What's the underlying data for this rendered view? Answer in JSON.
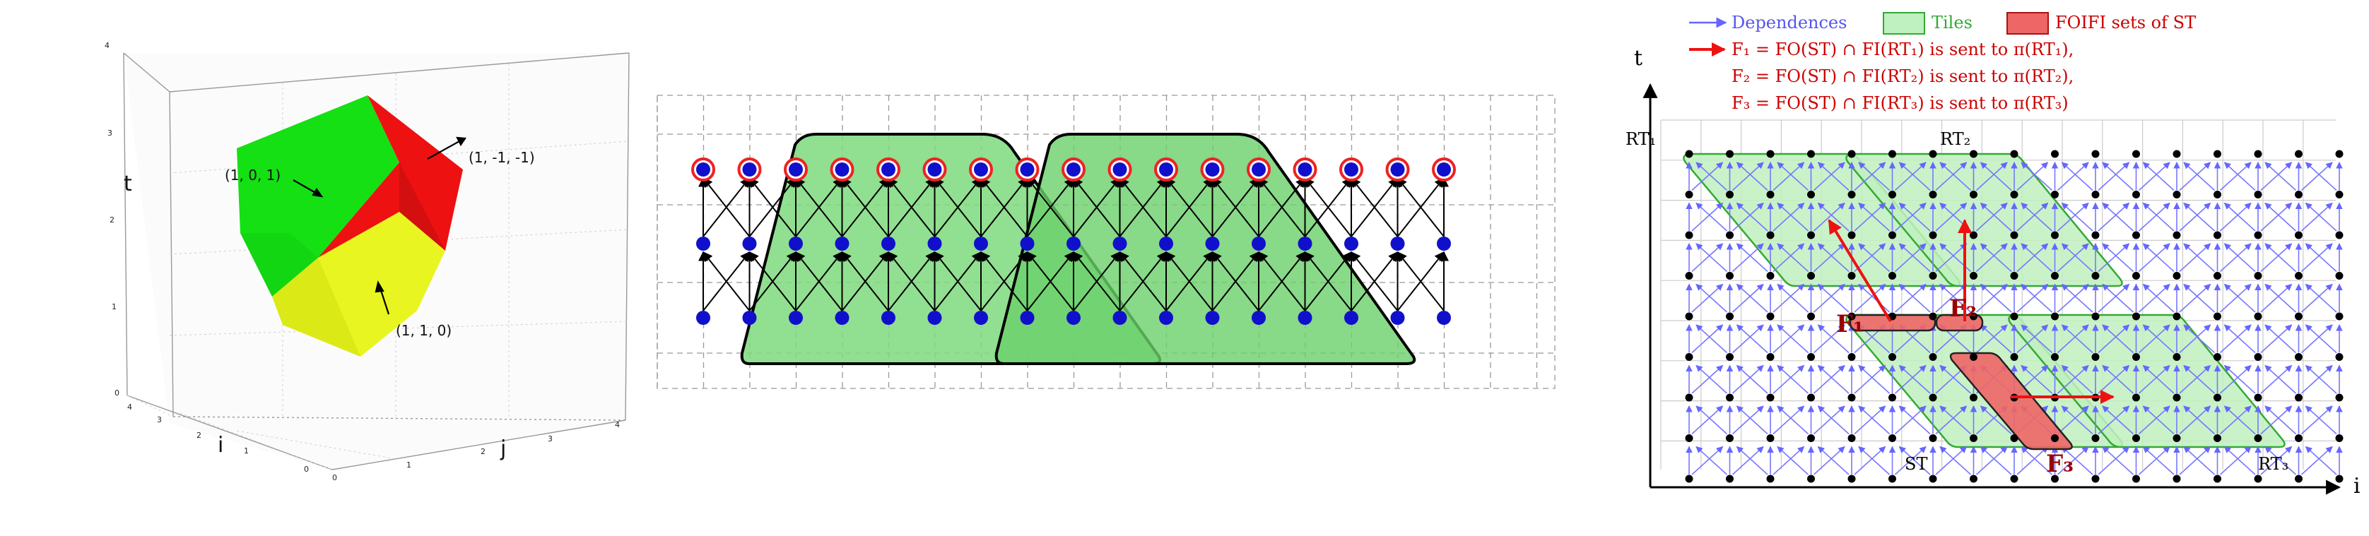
{
  "cube_panel": {
    "axis_t": "t",
    "axis_i": "i",
    "axis_j": "j",
    "t_ticks": [
      "0",
      "1",
      "2",
      "3",
      "4"
    ],
    "i_ticks": [
      "0",
      "1",
      "2",
      "3",
      "4"
    ],
    "j_ticks": [
      "0",
      "1",
      "2",
      "3",
      "4"
    ],
    "label_green": "(1, 0, 1)",
    "label_red": "(1, -1, -1)",
    "label_yellow": "(1, 1, 0)",
    "colors": {
      "green": "#10e010",
      "red": "#ee1111",
      "yellow": "#e8f520"
    }
  },
  "tiling_panel": {
    "rows": 3,
    "columns": 17,
    "tile_fill": "#7ed97e",
    "node_color": "#1010cc",
    "marker_ring": "#ee2222"
  },
  "foifi_panel": {
    "axis_t": "t",
    "axis_i": "i",
    "legend": {
      "dependences": "Dependences",
      "tiles": "Tiles",
      "foifi": "FOIFI sets of ST"
    },
    "formula_lines": [
      "F₁ = FO(ST) ∩ FI(RT₁) is sent to π(RT₁),",
      "F₂ = FO(ST) ∩ FI(RT₂) is sent to π(RT₂),",
      "F₃ = FO(ST) ∩ FI(RT₃) is sent to π(RT₃)"
    ],
    "tile_labels": {
      "rt1": "RT₁",
      "rt2": "RT₂",
      "rt3": "RT₃",
      "st": "ST"
    },
    "set_labels": {
      "f1": "F₁",
      "f2": "F₂",
      "f3": "F₃"
    },
    "colors": {
      "dependence": "#6666ff",
      "tile_fill": "#bff0bf",
      "tile_stroke": "#33aa33",
      "foifi_fill": "#ee6666",
      "arrow": "#ee1111",
      "text_red": "#cc0000"
    }
  }
}
